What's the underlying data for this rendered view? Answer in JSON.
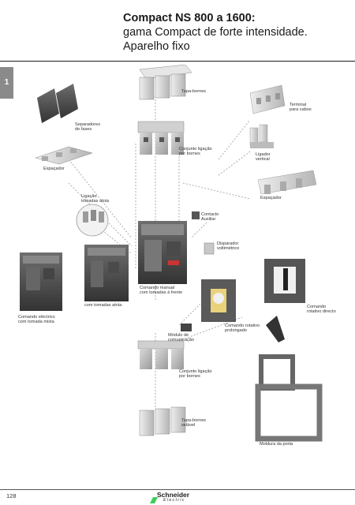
{
  "header": {
    "title_bold": "Compact NS 800 a 1600:",
    "title_line2": "gama Compact de forte intensidade.",
    "title_line3": "Aparelho fixo"
  },
  "side_tab": {
    "number": "1"
  },
  "figure": {
    "labels": {
      "tapa_bornes_top": "Tapa-bornes",
      "terminal_cabos": "Terminal\npara cabos",
      "separadores_fases": "Separadores\nde fases",
      "conjunto_ligacao_top": "Conjunto ligação\npor bornes",
      "ligador_vertical": "Ligador\nvertical",
      "espacador_left": "Espaçador",
      "espacador_right": "Espaçador",
      "ligacao_tomadas": "Ligação\ntomadas atrás",
      "contacto_auxiliar": "Contacto\nAuxiliar",
      "disparador": "Disparador\nvoltimétrico",
      "comando_manual_frente": "Comando manual\ncom tomadas à frente",
      "comando_manual_atras": "Comando manual\ncom tomadas atrás",
      "comando_electrico": "Comando eléctrico\ncom tomada mista",
      "comando_rotativo_directo": "Comando\nrotativo directo",
      "comando_rotativo_prolongado": "Comando rotativo\nprolongado",
      "modulo_comunicacao": "Módulo de\ncomunicação",
      "conjunto_ligacao_bottom": "Conjunto ligação\npor bornes",
      "tapa_bornes_selavel": "Tapa-bornes\nselável",
      "moldura_porta": "Moldura da porta"
    }
  },
  "footer": {
    "page_number": "128",
    "logo_name": "Schneider",
    "logo_sub": "Electric"
  }
}
